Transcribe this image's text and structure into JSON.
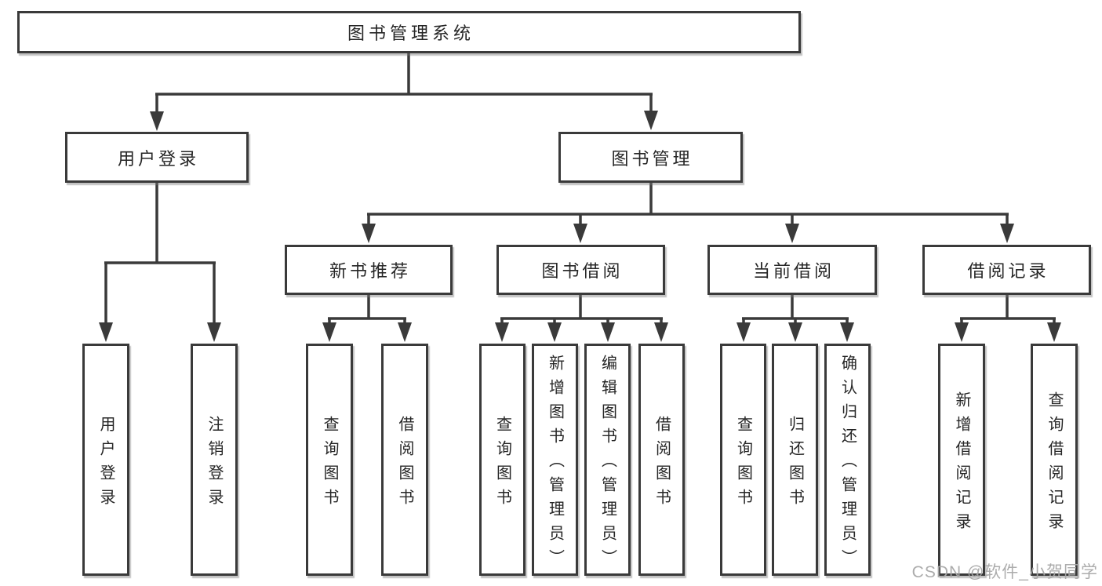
{
  "watermark": "CSDN @软件_小贺同学",
  "colors": {
    "line": "#3a3a3a",
    "box_border": "#3a3a3a",
    "text": "#262626",
    "watermark": "#a8a8a8",
    "background": "#ffffff"
  },
  "nodes": {
    "root": {
      "label": "图书管理系统"
    },
    "login": {
      "label": "用户登录",
      "children": {
        "user_login": {
          "label": "用户登录"
        },
        "logout": {
          "label": "注销登录"
        }
      }
    },
    "management": {
      "label": "图书管理",
      "children": {
        "new_books": {
          "label": "新书推荐",
          "children": {
            "query": {
              "label": "查询图书"
            },
            "borrow": {
              "label": "借阅图书"
            }
          }
        },
        "borrowing": {
          "label": "图书借阅",
          "children": {
            "query": {
              "label": "查询图书"
            },
            "add": {
              "label": "新增图书（管理员）"
            },
            "edit": {
              "label": "编辑图书（管理员）"
            },
            "borrow": {
              "label": "借阅图书"
            }
          }
        },
        "current": {
          "label": "当前借阅",
          "children": {
            "query": {
              "label": "查询图书"
            },
            "return": {
              "label": "归还图书"
            },
            "confirm": {
              "label": "确认归还（管理员）"
            }
          }
        },
        "records": {
          "label": "借阅记录",
          "children": {
            "add": {
              "label": "新增借阅记录"
            },
            "query": {
              "label": "查询借阅记录"
            }
          }
        }
      }
    }
  }
}
